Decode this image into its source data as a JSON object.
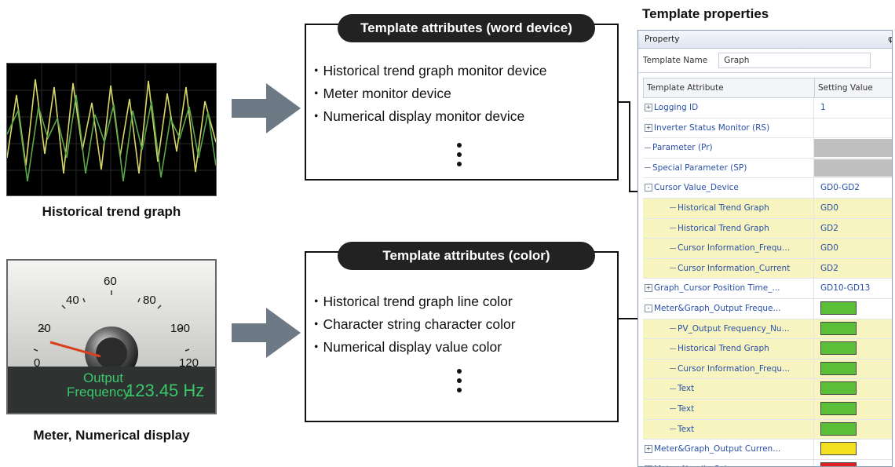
{
  "captions": {
    "trend": "Historical trend graph",
    "meter": "Meter, Numerical display"
  },
  "meter": {
    "ticks": [
      "0",
      "20",
      "40",
      "60",
      "80",
      "100",
      "120"
    ],
    "display_label_line1": "Output",
    "display_label_line2": "Frequency",
    "display_value": "123.45 Hz"
  },
  "word_box": {
    "title": "Template attributes (word device)",
    "items": [
      "・Historical trend graph monitor device",
      "・Meter monitor device",
      "・Numerical display monitor device"
    ]
  },
  "color_box": {
    "title": "Template attributes (color)",
    "items": [
      "・Historical trend graph line color",
      "・Character string character color",
      "・Numerical display value color"
    ]
  },
  "panel": {
    "heading": "Template properties",
    "window_title": "Property",
    "pin_glyph": "φ",
    "template_name_label": "Template Name",
    "template_name_value": "Graph",
    "col_attribute": "Template Attribute",
    "col_value": "Setting Value",
    "colors": {
      "green": "#5cbf3a",
      "yellow": "#f2e021",
      "red": "#e02020",
      "highlight": "#f7f4bf"
    },
    "rows": [
      {
        "label": "Logging ID",
        "value": "1",
        "exp": "+"
      },
      {
        "label": "Inverter Status Monitor (RS)",
        "value": "",
        "exp": "+"
      },
      {
        "label": "Parameter (Pr)",
        "value": "",
        "gray": true
      },
      {
        "label": "Special Parameter (SP)",
        "value": "",
        "gray": true
      },
      {
        "label": "Cursor Value_Device",
        "value": "GD0-GD2",
        "exp": "-"
      },
      {
        "label": "Historical Trend Graph",
        "value": "GD0",
        "child": true,
        "hl": true
      },
      {
        "label": "Historical Trend Graph",
        "value": "GD2",
        "child": true,
        "hl": true
      },
      {
        "label": "Cursor Information_Frequ...",
        "value": "GD0",
        "child": true,
        "hl": true
      },
      {
        "label": "Cursor Information_Current",
        "value": "GD2",
        "child": true,
        "hl": true
      },
      {
        "label": "Graph_Cursor Position Time_...",
        "value": "GD10-GD13",
        "exp": "+"
      },
      {
        "label": "Meter&Graph_Output Freque...",
        "value": "",
        "swatch": "green",
        "exp": "-"
      },
      {
        "label": "PV_Output Frequency_Nu...",
        "value": "",
        "swatch": "green",
        "child": true,
        "hl": true
      },
      {
        "label": "Historical Trend Graph",
        "value": "",
        "swatch": "green",
        "child": true,
        "hl": true
      },
      {
        "label": "Cursor Information_Frequ...",
        "value": "",
        "swatch": "green",
        "child": true,
        "hl": true
      },
      {
        "label": "Text",
        "value": "",
        "swatch": "green",
        "child": true,
        "hl": true
      },
      {
        "label": "Text",
        "value": "",
        "swatch": "green",
        "child": true,
        "hl": true
      },
      {
        "label": "Text",
        "value": "",
        "swatch": "green",
        "child": true,
        "hl": true
      },
      {
        "label": "Meter&Graph_Output Curren...",
        "value": "",
        "swatch": "yellow",
        "exp": "+"
      },
      {
        "label": "Meter_Needle Color",
        "value": "",
        "swatch": "red",
        "exp": "+"
      }
    ]
  }
}
